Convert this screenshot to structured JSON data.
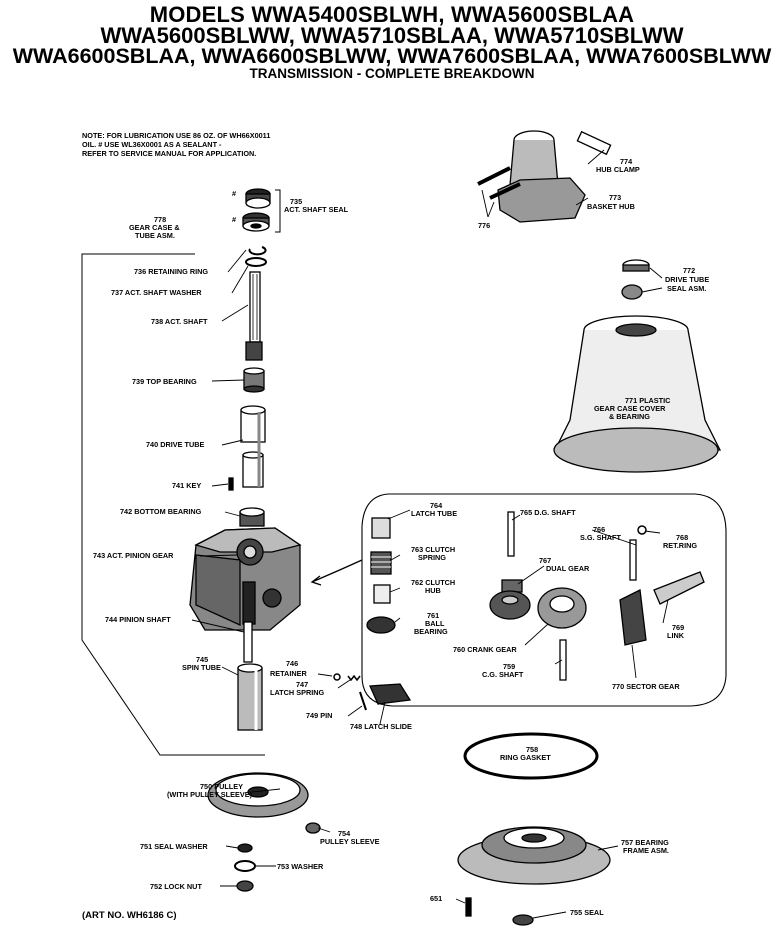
{
  "header": {
    "line1": "MODELS WWA5400SBLWH, WWA5600SBLAA",
    "line2": "WWA5600SBLWW, WWA5710SBLAA, WWA5710SBLWW",
    "line3": "WWA6600SBLAA, WWA6600SBLWW, WWA7600SBLAA, WWA7600SBLWW",
    "subtitle": "TRANSMISSION - COMPLETE BREAKDOWN"
  },
  "note": "NOTE: FOR LUBRICATION USE 86 OZ. OF WH66X0011\nOIL. # USE WL36X0001 AS A SEALANT -\nREFER TO SERVICE MANUAL FOR APPLICATION.",
  "art_no": "(ART NO. WH6186 C)",
  "labels": {
    "l735": "735",
    "l735b": "ACT. SHAFT SEAL",
    "hash1": "#",
    "hash2": "#",
    "l778": "778",
    "l778b": "GEAR CASE &",
    "l778c": "TUBE ASM.",
    "l736": "736 RETAINING RING",
    "l737": "737  ACT. SHAFT WASHER",
    "l738": "738 ACT. SHAFT",
    "l739": "739 TOP BEARING",
    "l740": "740 DRIVE TUBE",
    "l741": "741 KEY",
    "l742": "742 BOTTOM BEARING",
    "l743": "743 ACT. PINION GEAR",
    "l744": "744 PINION SHAFT",
    "l745": "745",
    "l745b": "SPIN TUBE",
    "l746": "746",
    "l746b": "RETAINER",
    "l747": "747",
    "l747b": "LATCH SPRING",
    "l749": "749 PIN",
    "l748": "748 LATCH SLIDE",
    "l774": "774",
    "l774b": "HUB CLAMP",
    "l773": "773",
    "l773b": "BASKET HUB",
    "l776": "776",
    "l772": "772",
    "l772b": "DRIVE TUBE",
    "l772c": "SEAL ASM.",
    "l771": "771 PLASTIC",
    "l771b": "GEAR CASE COVER",
    "l771c": "& BEARING",
    "l764": "764",
    "l764b": "LATCH TUBE",
    "l763": "763 CLUTCH",
    "l763b": "SPRING",
    "l762": "762 CLUTCH",
    "l762b": "HUB",
    "l761": "761",
    "l761b": "BALL",
    "l761c": "BEARING",
    "l765": "765 D.G. SHAFT",
    "l766": "766",
    "l766b": "S.G. SHAFT",
    "l767": "767",
    "l767b": "DUAL GEAR",
    "l768": "768",
    "l768b": "RET.RING",
    "l769": "769",
    "l769b": "LINK",
    "l760": "760 CRANK GEAR",
    "l759": "759",
    "l759b": "C.G. SHAFT",
    "l770": "770 SECTOR GEAR",
    "l758": "758",
    "l758b": "RING GASKET",
    "l750": "750 PULLEY",
    "l750b": "(WITH PULLEY SLEEVE)",
    "l754": "754",
    "l754b": "PULLEY SLEEVE",
    "l751": "751 SEAL WASHER",
    "l753": "753 WASHER",
    "l752": "752 LOCK NUT",
    "l757": "757 BEARING",
    "l757b": "FRAME ASM.",
    "l651": "651",
    "l755": "755 SEAL"
  }
}
